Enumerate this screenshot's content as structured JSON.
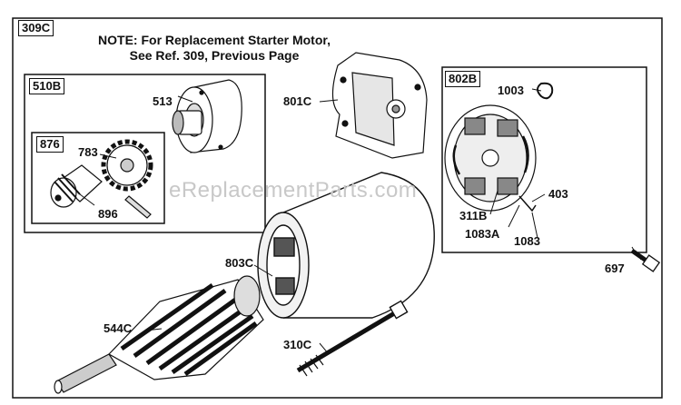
{
  "box_tags": {
    "outer": "309C",
    "sub_510": "510B",
    "sub_876": "876",
    "sub_802": "802B"
  },
  "note": {
    "line1": "NOTE: For Replacement Starter Motor,",
    "line2": "See Ref. 309, Previous Page"
  },
  "parts": {
    "p513": "513",
    "p783": "783",
    "p896": "896",
    "p801C": "801C",
    "p1003": "1003",
    "p403": "403",
    "p311B": "311B",
    "p1083A": "1083A",
    "p1083": "1083",
    "p803C": "803C",
    "p544C": "544C",
    "p310C": "310C",
    "p697": "697"
  },
  "watermark": "eReplacementParts.com"
}
